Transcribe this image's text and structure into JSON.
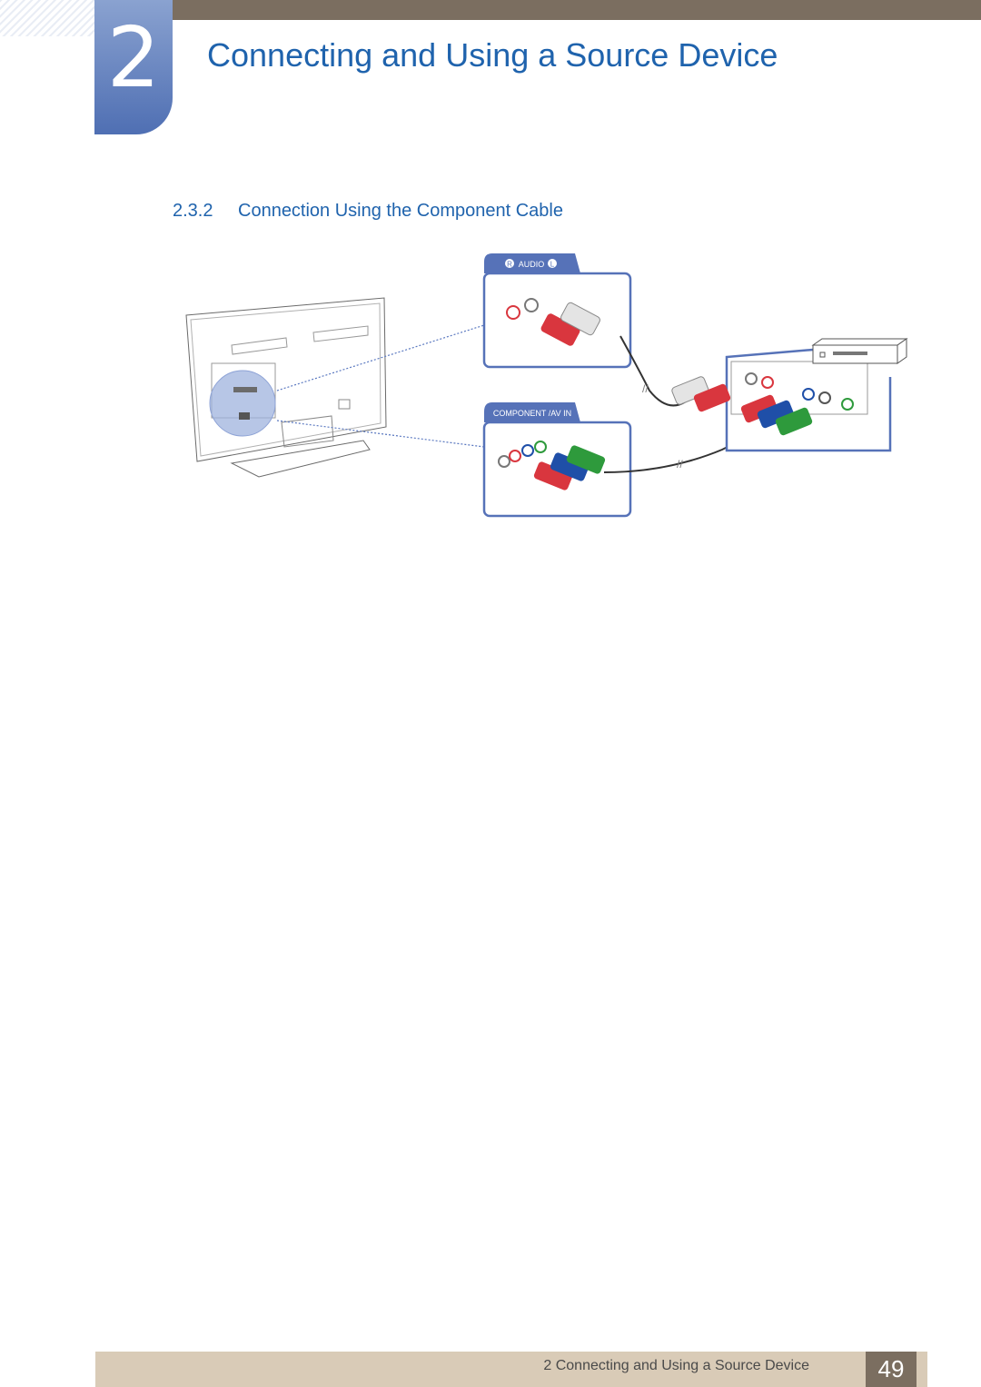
{
  "header": {
    "chapter_number": "2",
    "chapter_title": "Connecting and Using a Source Device"
  },
  "section": {
    "number": "2.3.2",
    "title": "Connection Using the Component Cable"
  },
  "diagram": {
    "audio_label_r": "R",
    "audio_label": "AUDIO",
    "audio_label_l": "L",
    "component_label": "COMPONENT /AV IN"
  },
  "footer": {
    "text": "2 Connecting and Using a Source Device",
    "page_number": "49"
  },
  "colors": {
    "accent_blue": "#1f63ad",
    "tab_blue": "#4f6fb3",
    "bar_brown": "#7b6e60",
    "footer_beige": "#d9cbb7",
    "plug_red": "#d9363e",
    "plug_blue": "#1f4fa8",
    "plug_green": "#2e9a3c"
  }
}
